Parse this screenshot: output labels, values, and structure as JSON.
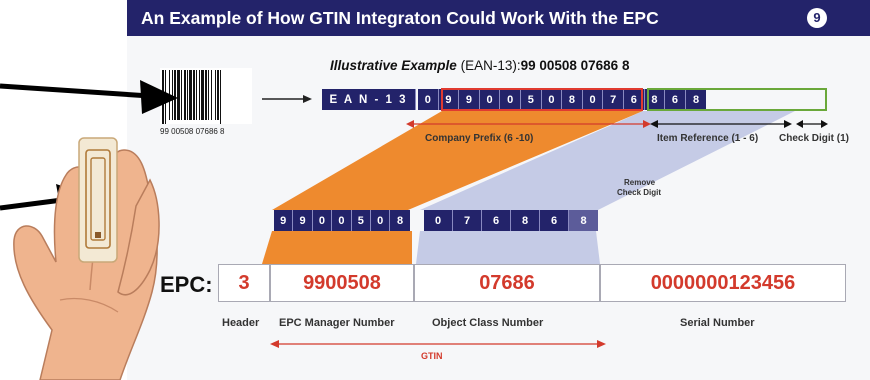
{
  "title": "An Example of How GTIN Integraton Could Work With the EPC",
  "page_number": "9",
  "illustrative": {
    "label": "Illustrative Example",
    "format": "(EAN-13):",
    "number": "99 00508 07686 8"
  },
  "barcode_number": "99   00508   07686 8",
  "ean": {
    "label": "E A N - 1 3",
    "digits": [
      "0",
      "9",
      "9",
      "0",
      "0",
      "5",
      "0",
      "8",
      "0",
      "7",
      "6",
      "8",
      "6",
      "8"
    ]
  },
  "labels": {
    "company_prefix": "Company Prefix (6 -10)",
    "item_reference": "Item Reference (1 - 6)",
    "check_digit": "Check Digit (1)",
    "remove_check_digit_1": "Remove",
    "remove_check_digit_2": "Check Digit",
    "gtin": "GTIN"
  },
  "prefix_digits": [
    "9",
    "9",
    "0",
    "0",
    "5",
    "0",
    "8"
  ],
  "reference_digits": [
    "0",
    "7",
    "6",
    "8",
    "6",
    "8"
  ],
  "epc": {
    "label": "EPC:",
    "header_value": "3",
    "manager_value": "9900508",
    "object_value": "07686",
    "serial_value": "0000000123456",
    "header_label": "Header",
    "manager_label": "EPC Manager Number",
    "object_label": "Object Class Number",
    "serial_label": "Serial Number"
  },
  "colors": {
    "navy": "#23236a",
    "orange": "#ee8a2e",
    "blue_band": "#c5cbe6",
    "red": "#d33a2c",
    "green": "#6aa83a"
  }
}
